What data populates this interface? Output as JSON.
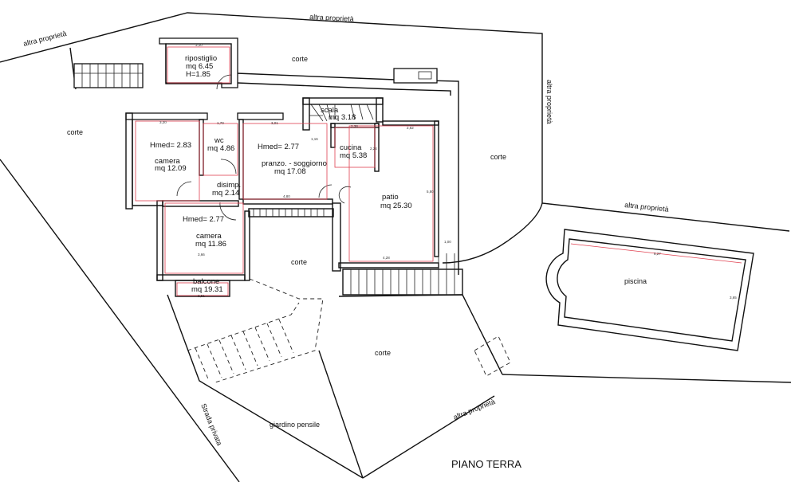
{
  "title": "PIANO TERRA",
  "boundaries": [
    "altra proprietà",
    "altra proprietà",
    "altra proprietà",
    "altra proprietà",
    "altra proprietà"
  ],
  "road": "Strada privata",
  "courtyards": [
    "corte",
    "corte",
    "corte",
    "corte",
    "corte"
  ],
  "garden": "giardino pensile",
  "pool": "piscina",
  "rooms": [
    {
      "name": "ripostiglio",
      "area": "mq 6.45",
      "extra": "H=1.85"
    },
    {
      "name": "camera",
      "area": "mq 12.09",
      "height": "Hmed= 2.83"
    },
    {
      "name": "wc",
      "area": "mq 4.86"
    },
    {
      "name": "pranzo. - soggiorno",
      "area": "mq 17.08",
      "height": "Hmed= 2.77"
    },
    {
      "name": "scala",
      "area": "mq 3.18"
    },
    {
      "name": "cucina",
      "area": "mq 5.38"
    },
    {
      "name": "disimp.",
      "area": "mq 2.14"
    },
    {
      "name": "camera",
      "area": "mq 11.86",
      "height": "Hmed= 2.77"
    },
    {
      "name": "patio",
      "area": "mq 25.30"
    },
    {
      "name": "balcone",
      "area": "mq 19.31"
    }
  ],
  "dimensions": {
    "ripostiglio_w": "3,10",
    "camera1_w": "3,20",
    "wc_w": "1,70",
    "sogg_w": "3,01",
    "sogg_w2": "4,80",
    "cucina_w": "2,38",
    "patio_w": "2,62",
    "patio_w2": "4,28",
    "patio_h": "5,80",
    "camera2_w": "3,66",
    "balcone_w": "2,51",
    "step": "1,00",
    "pool_l": "8,27",
    "pool_w": "3,65",
    "cucina_h": "2,24",
    "corr": "1,16"
  }
}
